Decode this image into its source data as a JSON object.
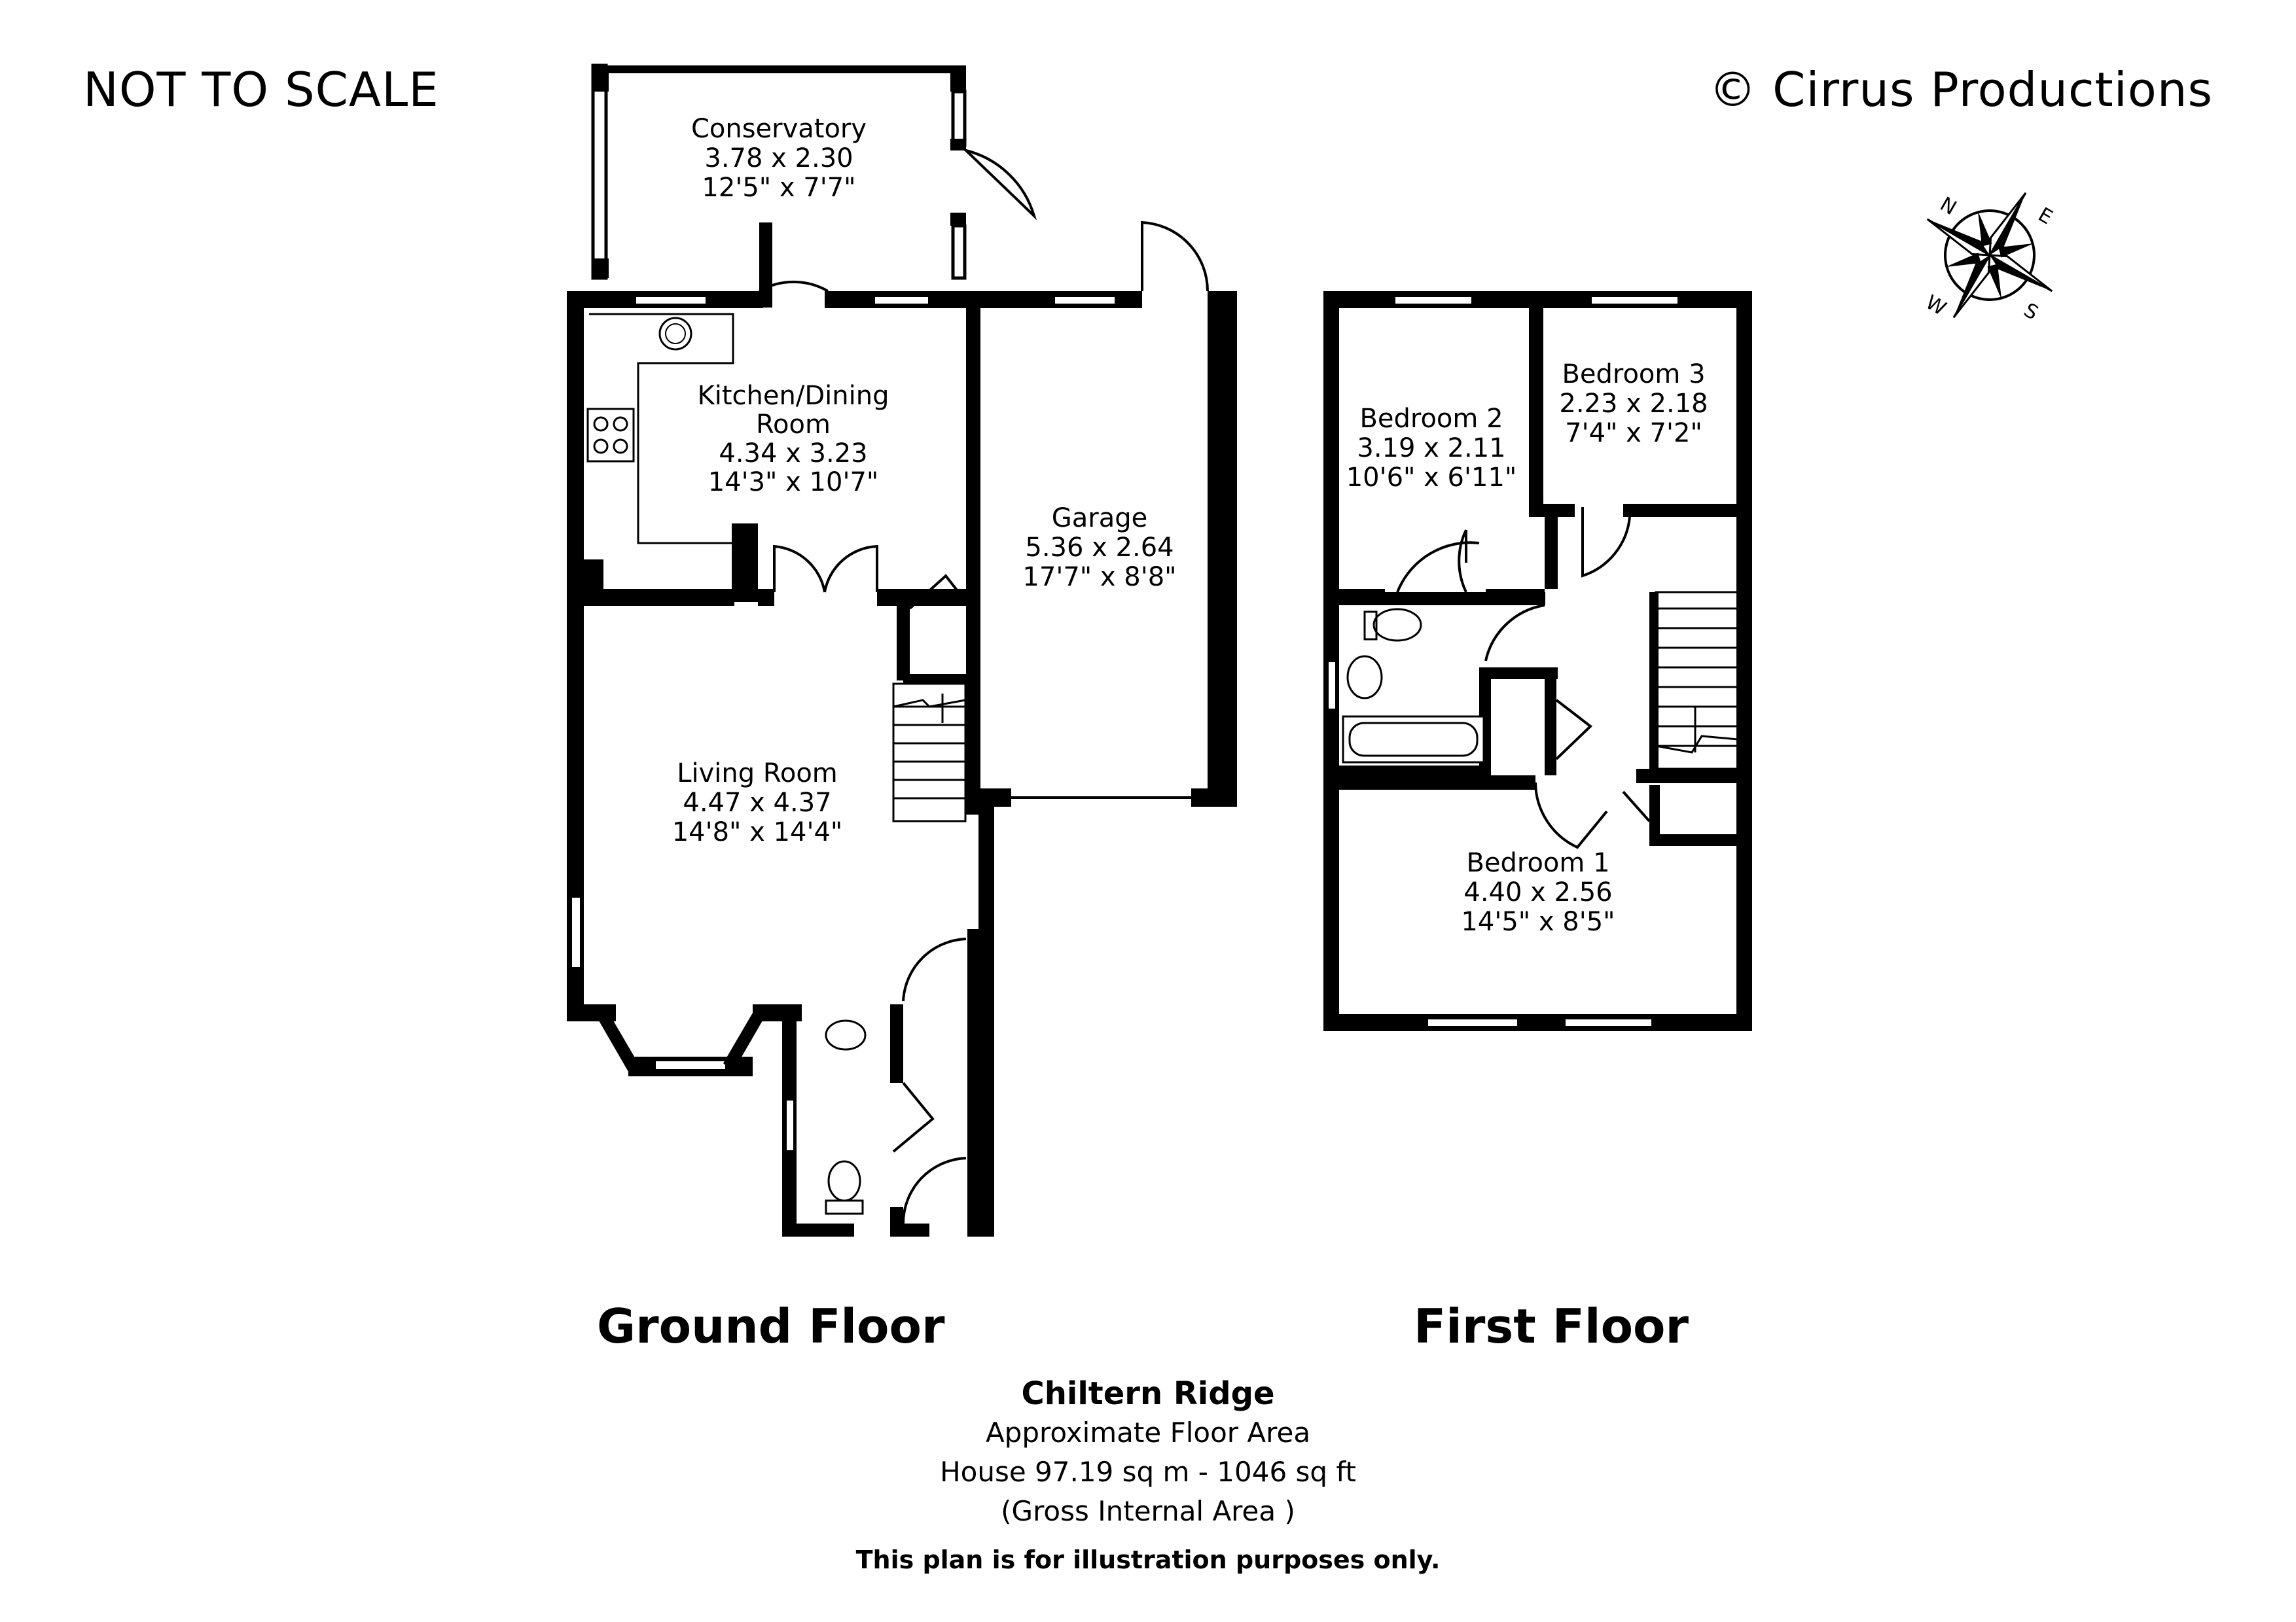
{
  "header": {
    "scale_note": "NOT TO SCALE",
    "copyright": "© Cirrus Productions"
  },
  "compass": {
    "n": "N",
    "e": "E",
    "s": "S",
    "w": "W"
  },
  "rooms": {
    "conservatory": {
      "name": "Conservatory",
      "metric": "3.78 x 2.30",
      "imperial": "12'5\" x 7'7\""
    },
    "kitchen": {
      "name_line1": "Kitchen/Dining",
      "name_line2": "Room",
      "metric": "4.34 x 3.23",
      "imperial": "14'3\" x 10'7\""
    },
    "garage": {
      "name": "Garage",
      "metric": "5.36 x 2.64",
      "imperial": "17'7\" x 8'8\""
    },
    "living": {
      "name": "Living Room",
      "metric": "4.47 x 4.37",
      "imperial": "14'8\" x 14'4\""
    },
    "bedroom2": {
      "name": "Bedroom 2",
      "metric": "3.19 x 2.11",
      "imperial": "10'6\" x 6'11\""
    },
    "bedroom3": {
      "name": "Bedroom 3",
      "metric": "2.23 x 2.18",
      "imperial": "7'4\" x 7'2\""
    },
    "bedroom1": {
      "name": "Bedroom 1",
      "metric": "4.40 x 2.56",
      "imperial": "14'5\" x 8'5\""
    }
  },
  "floors": {
    "ground": "Ground Floor",
    "first": "First Floor"
  },
  "footer": {
    "property_name": "Chiltern Ridge",
    "area_title": "Approximate Floor Area",
    "area_value": "House 97.19 sq m - 1046 sq ft",
    "area_note": "(Gross Internal Area )",
    "disclaimer": "This plan is for illustration purposes only."
  }
}
